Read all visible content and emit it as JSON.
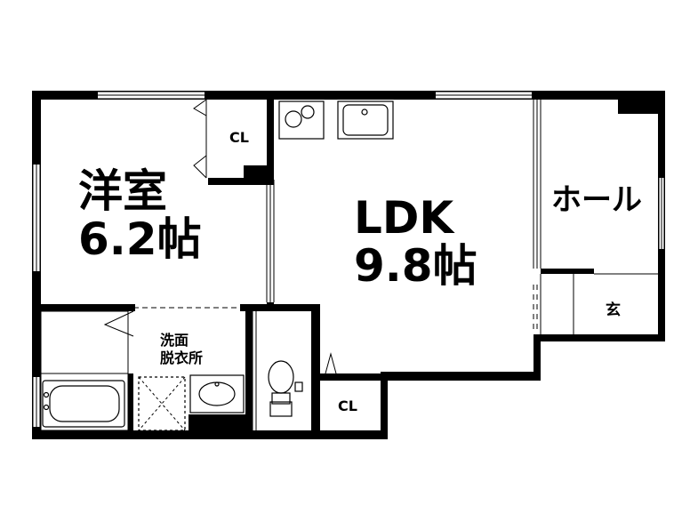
{
  "rooms": {
    "western": {
      "name": "洋室",
      "size": "6.2帖"
    },
    "ldk": {
      "name": "LDK",
      "size": "9.8帖"
    },
    "hall": {
      "name": "ホール"
    },
    "entrance": {
      "name": "玄"
    },
    "washroom": {
      "line1": "洗面",
      "line2": "脱衣所"
    },
    "closet_upper": {
      "name": "CL"
    },
    "closet_lower": {
      "name": "CL"
    }
  },
  "colors": {
    "wall": "#000000",
    "background": "#ffffff"
  }
}
